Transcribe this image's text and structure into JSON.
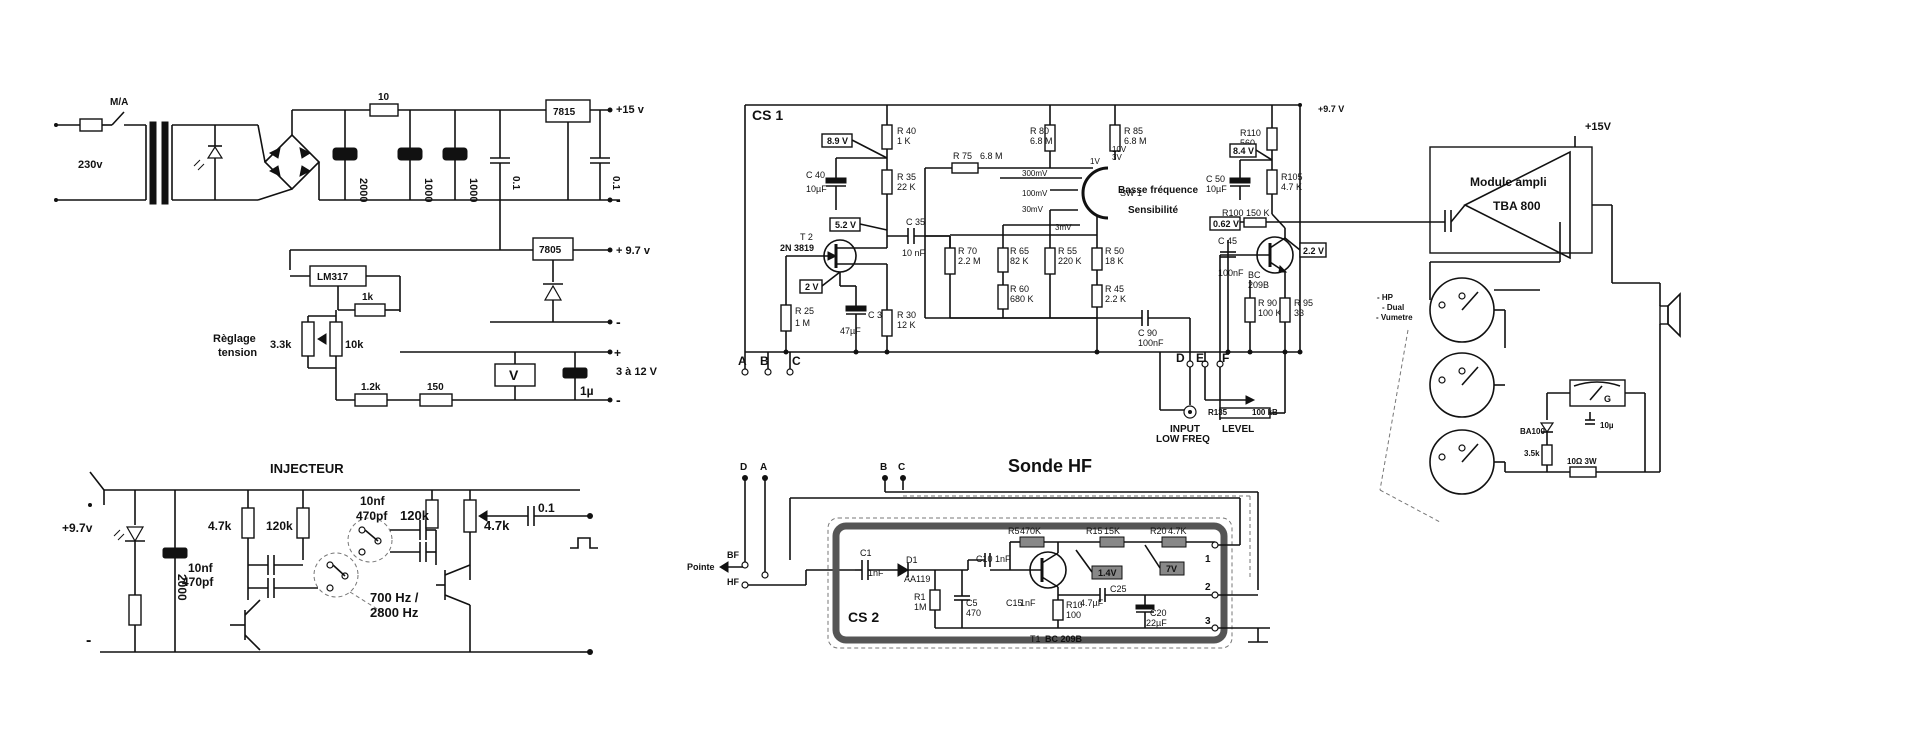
{
  "psu": {
    "switch": "M/A",
    "mains": "230v",
    "c2000": "2000",
    "r10": "10",
    "c1000a": "1000",
    "c1000b": "1000",
    "c01a": "0.1",
    "reg7815": "7815",
    "c01b": "0.1",
    "plus15": "+15 v",
    "minus1": "-",
    "reg7805": "7805",
    "plus97": "+ 9.7 v",
    "minus2": "-",
    "lm317": "LM317",
    "r1k": "1k",
    "reglage1": "Règlage",
    "reglage2": "tension",
    "r33k": "3.3k",
    "r10k": "10k",
    "plus": "+",
    "range": "3 à 12 V",
    "meterV": "V",
    "c1u": "1µ",
    "r12k": "1.2k",
    "r150": "150",
    "minus3": "-"
  },
  "injecteur": {
    "title": "INJECTEUR",
    "v97": "+9.7v",
    "c2000": "2000",
    "r47k": "4.7k",
    "r120k": "120k",
    "c10nf1": "10nf",
    "c470pf1": "470pf",
    "c10nf2": "10nf",
    "c470pf2": "470pf",
    "r120k2": "120k",
    "r47k2": "4.7k",
    "c01": "0.1",
    "f1": "700 Hz /",
    "f2": "2800 Hz",
    "minus": "-"
  },
  "cs1": {
    "title": "CS 1",
    "v97": "+9.7 V",
    "v89": "8.9 V",
    "v52": "5.2 V",
    "v2": "2 V",
    "v84": "8.4 V",
    "v062": "0.62 V",
    "v22": "2.2 V",
    "fet1": "T 2",
    "fet2": "2N 3819",
    "r40a": "R 40",
    "r40b": "1 K",
    "r35a": "R 35",
    "r35b": "22 K",
    "c40a": "C 40",
    "c40b": "10µF",
    "c35": "C 35",
    "c35b": "10 nF",
    "r25a": "R 25",
    "r25b": "1 M",
    "c30a": "C 30",
    "c30b": "47µF",
    "r30a": "R 30",
    "r30b": "12 K",
    "r75": "R 75",
    "r75b": "6.8 M",
    "r80a": "R 80",
    "r80b": "6.8 M",
    "r85a": "R 85",
    "r85b": "6.8 M",
    "r70a": "R 70",
    "r70b": "2.2 M",
    "r65a": "R 65",
    "r65b": "82 K",
    "r60a": "R 60",
    "r60b": "680 K",
    "r55a": "R 55",
    "r55b": "220 K",
    "r50a": "R 50",
    "r50b": "18 K",
    "r45a": "R 45",
    "r45b": "2.2 K",
    "sw": "SW 1",
    "m300": "300mV",
    "m100": "100mV",
    "m30": "30mV",
    "m3": "3mV",
    "m1v": "1V",
    "m3v": "3V",
    "m10v": "10V",
    "basse": "Basse fréquence",
    "sensib": "Sensibilité",
    "c90a": "C 90",
    "c90b": "100nF",
    "r110a": "R110",
    "r110b": "560",
    "r105a": "R105",
    "r105b": "4.7 K",
    "c50a": "C 50",
    "c50b": "10µF",
    "r100": "R100",
    "r100b": "150 K",
    "c45a": "C 45",
    "c45b": "100nF",
    "bc1": "BC",
    "bc2": "209B",
    "r90a": "R 90",
    "r90b": "100 K",
    "r95a": "R 95",
    "r95b": "33",
    "pA": "A",
    "pB": "B",
    "pC": "C",
    "pD": "D",
    "pE": "E",
    "pF": "F",
    "r135": "R135",
    "r135b": "100 kB",
    "input1": "INPUT",
    "input2": "LOW FREQ",
    "level": "LEVEL"
  },
  "module": {
    "v15": "+15V",
    "title": "Module ampli",
    "chip": "TBA 800",
    "hp": "- HP",
    "dual": "- Dual",
    "vum": "- Vumetre",
    "g": "G",
    "ba100": "BA100",
    "r35k": "3.5k",
    "c10u": "10µ",
    "r10ohm": "10Ω 3W"
  },
  "sonde": {
    "title": "Sonde HF",
    "pD": "D",
    "pA": "A",
    "pB": "B",
    "pC": "C",
    "bf": "BF",
    "pointe": "Pointe",
    "hf": "HF",
    "cs2": "CS 2",
    "c1": "C1",
    "c1b": "1nF",
    "d1": "D1",
    "d1b": "AA119",
    "c10": "C10",
    "c10b": "1nF",
    "r5": "R5",
    "r5b": "470K",
    "r15": "R15",
    "r15b": "15K",
    "r20": "R20",
    "r20b": "4.7K",
    "r1": "R1",
    "r1b": "1M",
    "c5": "C5",
    "c5b": "470",
    "c15": "C15",
    "c15b": "1nF",
    "r10": "R10",
    "r10b": "100",
    "c25": "C25",
    "c25b": "4.7µF",
    "c20": "C20",
    "c20b": "22µF",
    "v14": "1.4V",
    "v7": "7V",
    "t1": "T1",
    "t1b": "BC 209B",
    "n1": "1",
    "n2": "2",
    "n3": "3"
  }
}
